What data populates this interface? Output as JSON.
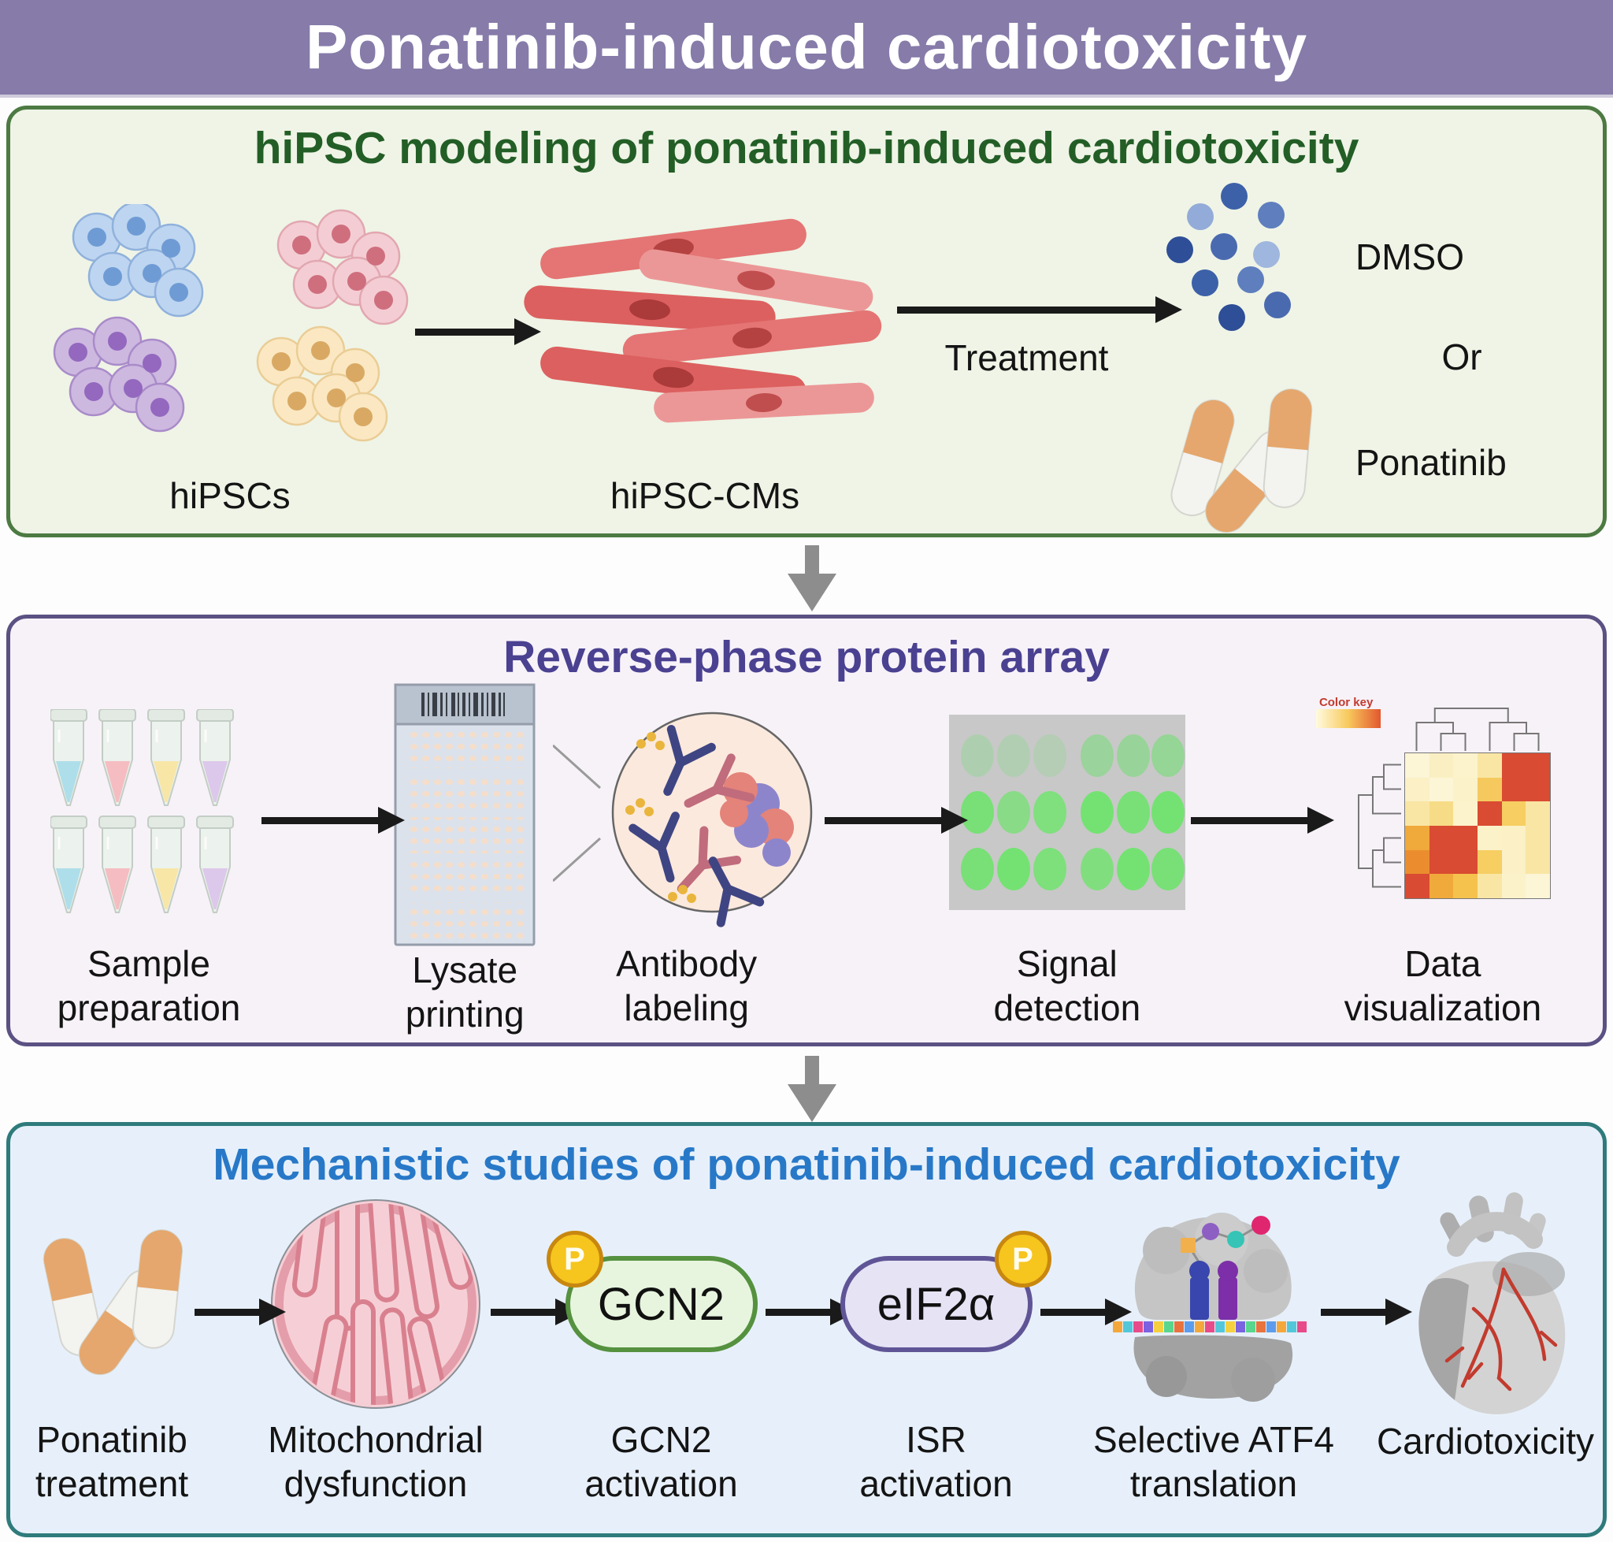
{
  "header": {
    "title": "Ponatinib-induced cardiotoxicity"
  },
  "panels": {
    "modeling": {
      "title": "hiPSC modeling of ponatinib-induced cardiotoxicity",
      "hipscs_label": "hiPSCs",
      "hipsc_cms_label": "hiPSC-CMs",
      "treatment_arrow_label": "Treatment",
      "dmso_label": "DMSO",
      "or_label": "Or",
      "ponatinib_label": "Ponatinib"
    },
    "rppa": {
      "title": "Reverse-phase protein array",
      "steps": [
        {
          "label": "Sample preparation"
        },
        {
          "label": "Lysate printing"
        },
        {
          "label": "Antibody labeling"
        },
        {
          "label": "Signal detection"
        },
        {
          "label": "Data visualization"
        }
      ],
      "color_key_label": "Color key",
      "color_key_gradient": [
        "#FFFBE0",
        "#F8C95C",
        "#E2572F"
      ],
      "heatmap_cells": [
        [
          "#FCF5D6",
          "#FAEFC2",
          "#FCF3CC",
          "#F9E6A4",
          "#D94B32",
          "#D94B32"
        ],
        [
          "#FBF0C6",
          "#FCF5D6",
          "#FBF2CA",
          "#F5C95E",
          "#D94B32",
          "#D94B32"
        ],
        [
          "#F9E6A4",
          "#F7DC88",
          "#FCF3CC",
          "#D94B32",
          "#F6CE62",
          "#F9E6A4"
        ],
        [
          "#F0A93B",
          "#D94B32",
          "#D94B32",
          "#FBF2CA",
          "#FBF0C6",
          "#F9E6A4"
        ],
        [
          "#EB8D2F",
          "#D94B32",
          "#D94B32",
          "#F6CE62",
          "#FBF0C6",
          "#F9E6A4"
        ],
        [
          "#D94B32",
          "#F0A93B",
          "#F5C24E",
          "#F9E6A4",
          "#FBF2CA",
          "#FCF5D6"
        ]
      ]
    },
    "mechanism": {
      "title": "Mechanistic studies of ponatinib-induced cardiotoxicity",
      "steps": [
        {
          "label": "Ponatinib treatment"
        },
        {
          "label": "Mitochondrial dysfunction"
        },
        {
          "label": "GCN2 activation"
        },
        {
          "label": "ISR activation"
        },
        {
          "label": "Selective ATF4 translation"
        },
        {
          "label": "Cardiotoxicity"
        }
      ],
      "gcn2_text": "GCN2",
      "eif2a_text": "eIF2α",
      "phospho_text": "P"
    }
  },
  "colors": {
    "header_bg": "#867BA9",
    "panel1_bg": "#EFF4E6",
    "panel1_border": "#4C7A42",
    "panel1_title": "#235E26",
    "panel2_bg": "#F7F2F8",
    "panel2_border": "#5B5183",
    "panel2_title": "#4A4191",
    "panel3_bg": "#E7F0FA",
    "panel3_border": "#2F7B7C",
    "panel3_title": "#2878C8",
    "arrow_black": "#1A1A1A",
    "arrow_gray": "#8D8D8D",
    "phospho_fill": "#F6C51E",
    "gcn2_fill": "#E7F5DF",
    "gcn2_border": "#55913F",
    "eif2a_fill": "#E6E3F5",
    "eif2a_border": "#5F5596"
  }
}
